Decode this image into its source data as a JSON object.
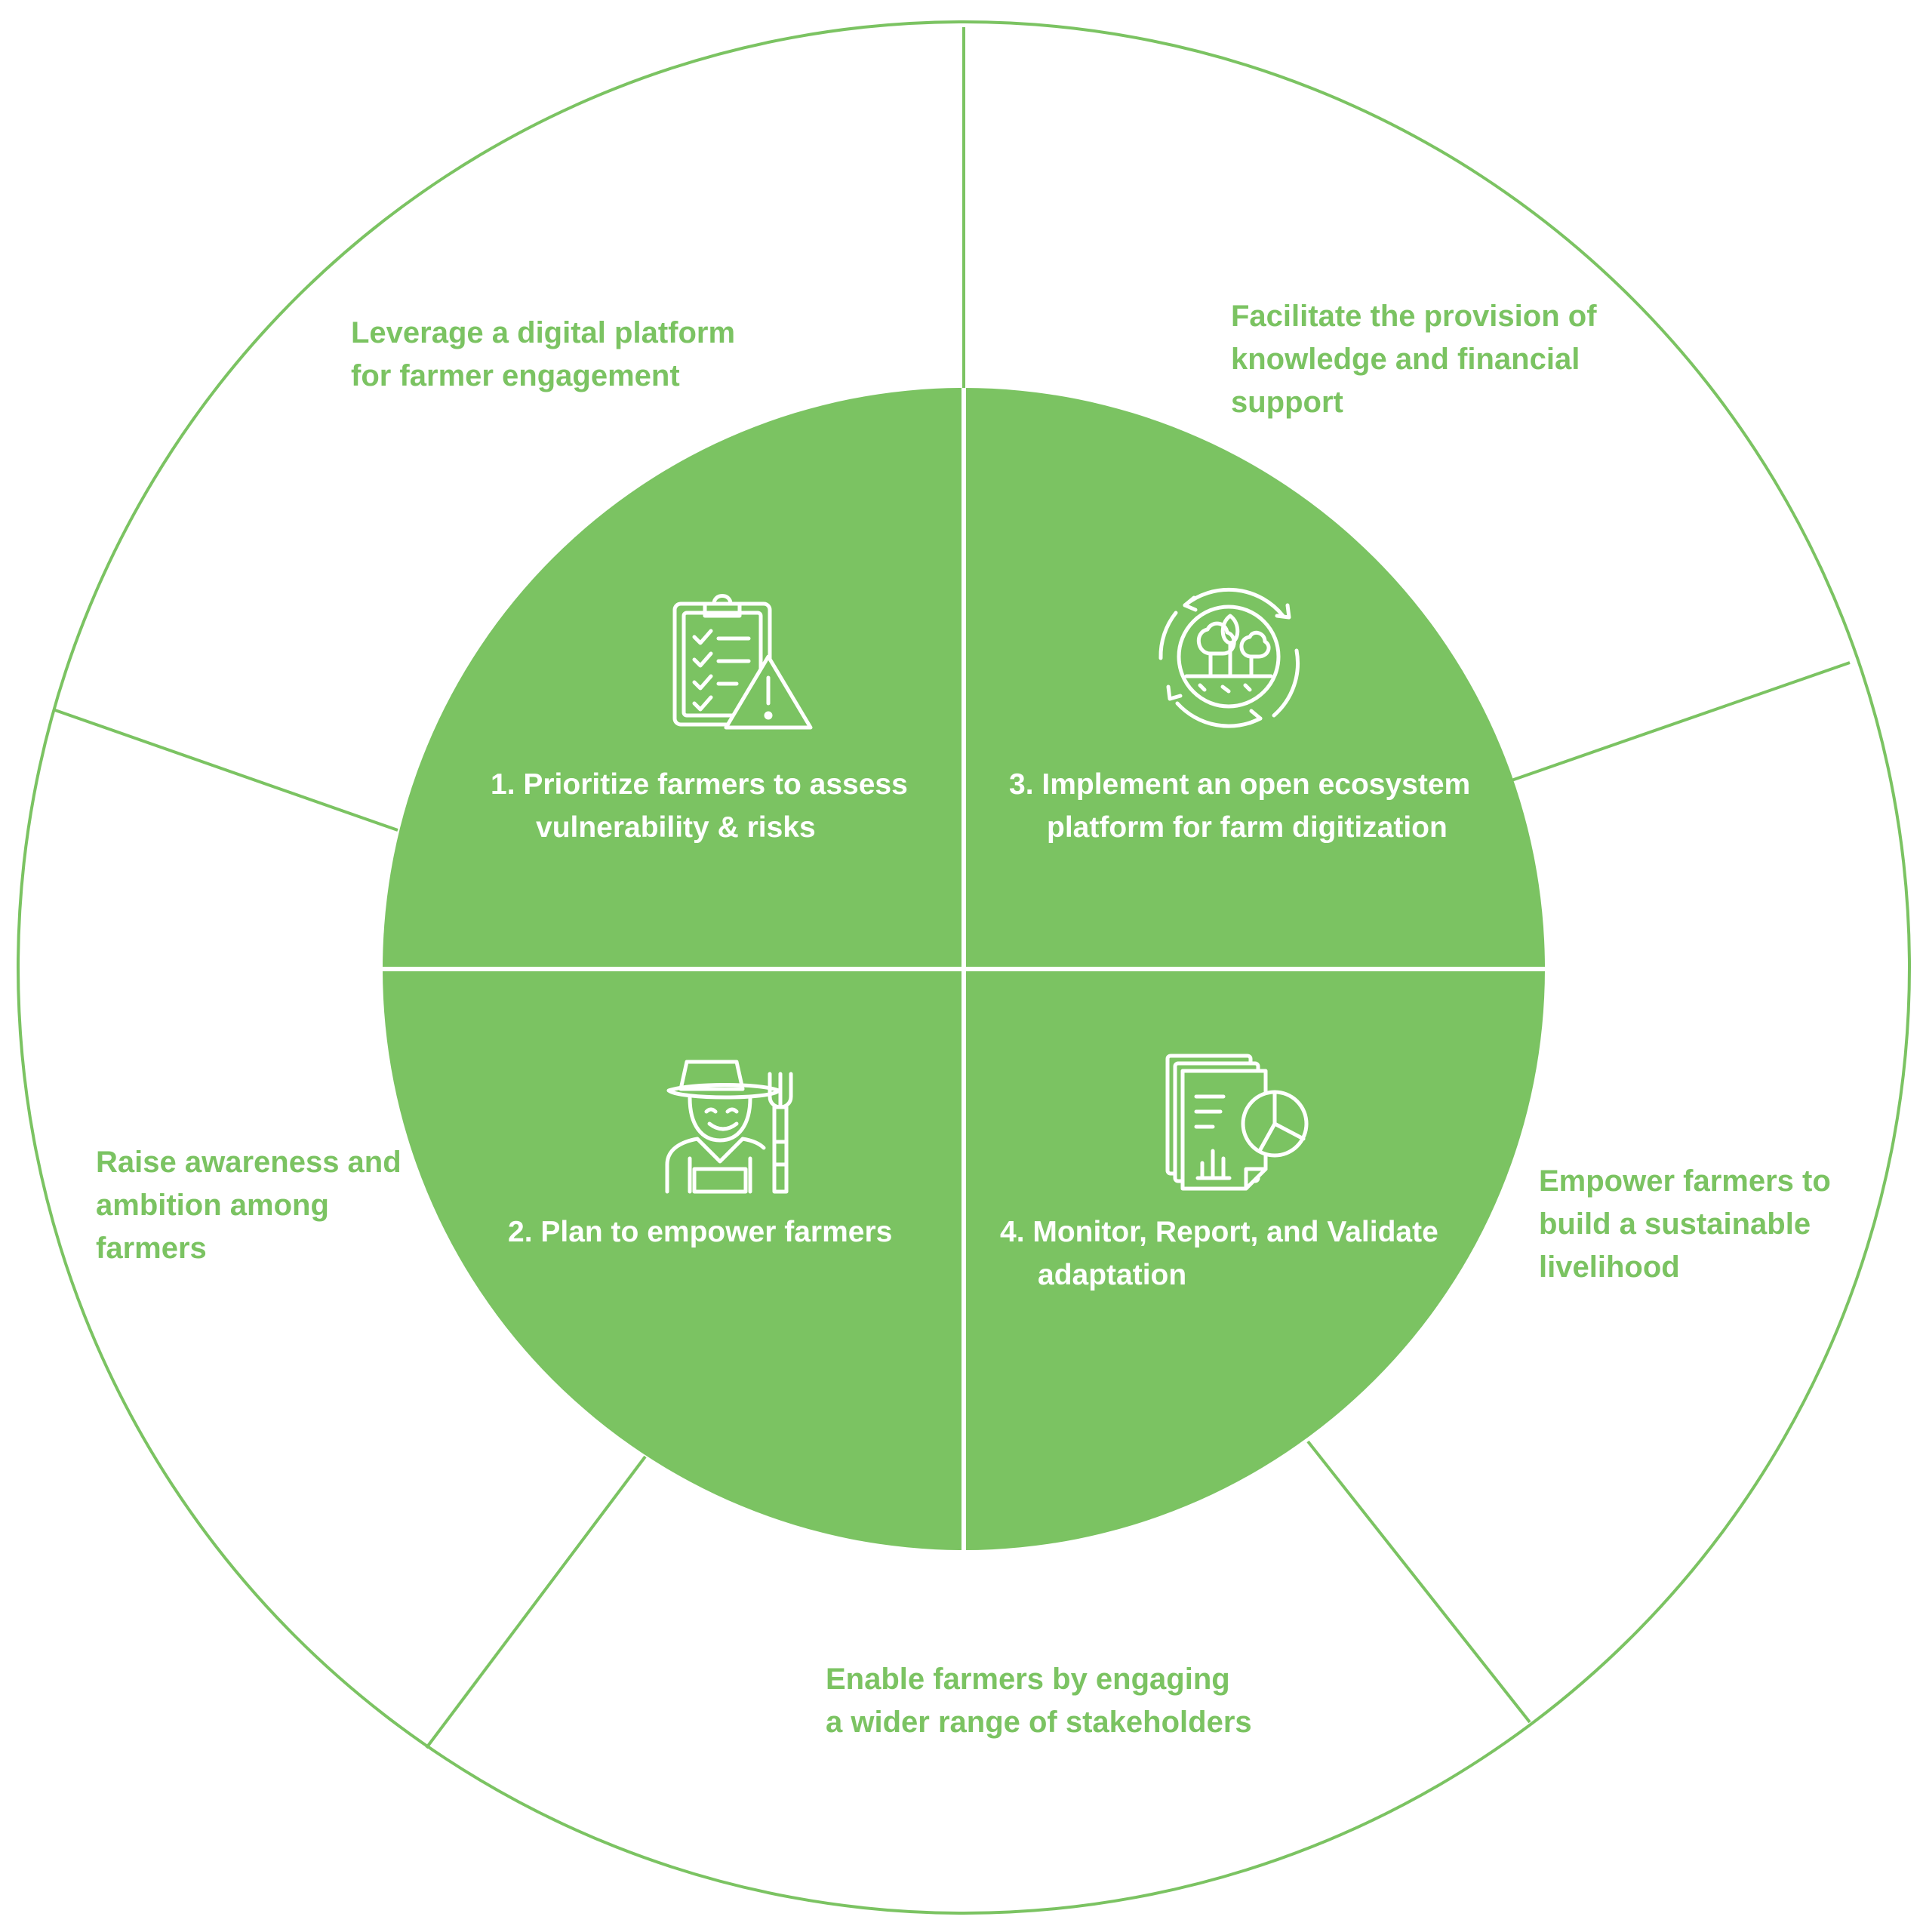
{
  "colors": {
    "accent": "#7bc362",
    "line": "#7bc362",
    "inner_text": "#ffffff",
    "background": "#ffffff"
  },
  "outer_segments": [
    {
      "id": "digital-platform",
      "lines": [
        "Leverage a digital platform",
        "for farmer engagement"
      ]
    },
    {
      "id": "knowledge-financial",
      "lines": [
        "Facilitate the provision of",
        "knowledge and financial",
        "support"
      ]
    },
    {
      "id": "sustainable-livelihood",
      "lines": [
        "Empower farmers to",
        "build a sustainable",
        "livelihood"
      ]
    },
    {
      "id": "stakeholders",
      "lines": [
        "Enable farmers by engaging",
        "a wider range of stakeholders"
      ]
    },
    {
      "id": "awareness",
      "lines": [
        "Raise awareness and",
        "ambition among",
        "farmers"
      ]
    }
  ],
  "quadrants": [
    {
      "id": "prioritize",
      "icon": "clipboard-warning-icon",
      "lines": [
        "1.  Prioritize farmers to assess",
        "vulnerability & risks"
      ]
    },
    {
      "id": "implement",
      "icon": "ecosystem-cycle-icon",
      "lines": [
        "3. Implement an open ecosystem",
        "platform for farm digitization"
      ]
    },
    {
      "id": "plan",
      "icon": "farmer-icon",
      "lines": [
        "2. Plan to empower farmers"
      ]
    },
    {
      "id": "monitor",
      "icon": "report-chart-icon",
      "lines": [
        "4. Monitor, Report, and Validate",
        "adaptation"
      ]
    }
  ]
}
